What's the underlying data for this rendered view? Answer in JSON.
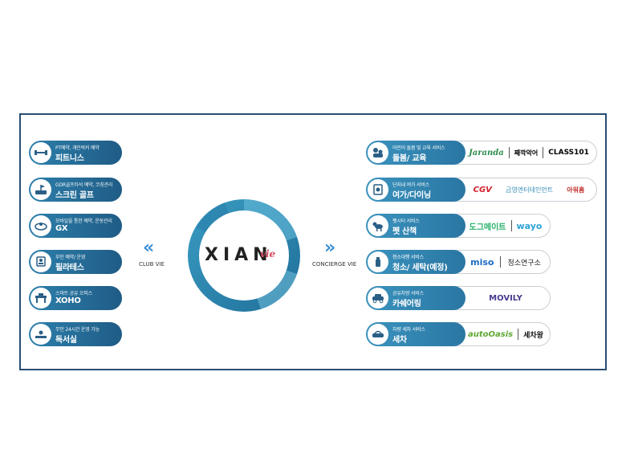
{
  "left_items": [
    {
      "sub": "PT예약, 개인락커 예약",
      "title": "피트니스",
      "icon": "dumbbell-icon"
    },
    {
      "sub": "GDR골프타석 예약, 코칭관리",
      "title": "스크린 골프",
      "icon": "golf-icon"
    },
    {
      "sub": "모바일을 통한 예약, 운동관리",
      "title": "GX",
      "icon": "gx-icon"
    },
    {
      "sub": "부인 예약/ 운영",
      "title": "필라테스",
      "icon": "pilates-icon"
    },
    {
      "sub": "스마트 공유 오피스",
      "title": "XOHO",
      "icon": "office-icon"
    },
    {
      "sub": "무인 24시간 운영 가능",
      "title": "독서실",
      "icon": "reading-room-icon"
    }
  ],
  "right_items": [
    {
      "sub": "어린이 돌봄 및 교육 서비스",
      "title": "돌봄/ 교육",
      "icon": "childcare-icon",
      "logos": [
        "Jaranda",
        "째깍악어",
        "CLASS101"
      ]
    },
    {
      "sub": "단지내 여가 서비스",
      "title": "여가/다이닝",
      "icon": "leisure-icon",
      "logos": [
        "CGV",
        "금영엔터테인먼트",
        "아워홈"
      ]
    },
    {
      "sub": "펫시터 서비스",
      "title": "펫 산책",
      "icon": "pet-walk-icon",
      "logos": [
        "도그메이트",
        "wayo"
      ]
    },
    {
      "sub": "청소대행 서비스",
      "title": "청소/ 세탁(예정)",
      "icon": "cleaning-icon",
      "logos": [
        "miso",
        "청소연구소"
      ]
    },
    {
      "sub": "공유차량 서비스",
      "title": "카쉐어링",
      "icon": "car-share-icon",
      "logos": [
        "MOVILY"
      ]
    },
    {
      "sub": "차량 세차 서비스",
      "title": "세차",
      "icon": "car-wash-icon",
      "logos": [
        "autoOasis",
        "세차왕"
      ]
    }
  ],
  "center": {
    "brand": "XIAN",
    "suffix": "vie"
  },
  "labels": {
    "club": "CLUB VIE",
    "concierge": "CONCIERGE VIE"
  },
  "colors": {
    "frame": "#2a4d73",
    "dark_blue": "#1f5c86",
    "teal": "#4aa3c6",
    "accent": "#3b8fd4"
  }
}
